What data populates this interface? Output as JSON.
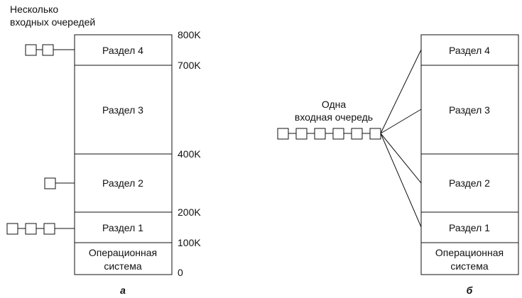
{
  "left": {
    "caption_line1": "Несколько",
    "caption_line2": "входных очередей",
    "partitions": [
      "Раздел 4",
      "Раздел 3",
      "Раздел 2",
      "Раздел 1"
    ],
    "os_line1": "Операционная",
    "os_line2": "система",
    "ticks": [
      "800K",
      "700K",
      "400K",
      "200K",
      "100K",
      "0"
    ],
    "sublabel": "а"
  },
  "right": {
    "caption_line1": "Одна",
    "caption_line2": "входная очередь",
    "partitions": [
      "Раздел 4",
      "Раздел 3",
      "Раздел 2",
      "Раздел 1"
    ],
    "os_line1": "Операционная",
    "os_line2": "система",
    "sublabel": "б"
  }
}
